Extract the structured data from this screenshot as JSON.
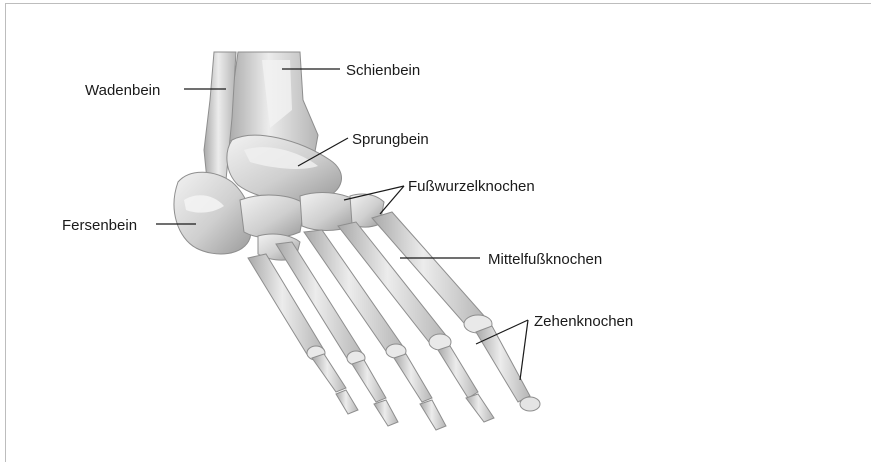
{
  "labels": {
    "schienbein": "Schienbein",
    "wadenbein": "Wadenbein",
    "sprungbein": "Sprungbein",
    "fusswurzelknochen": "Fußwurzelknochen",
    "fersenbein": "Fersenbein",
    "mittelfussknochen": "Mittelfußknochen",
    "zehenknochen": "Zehenknochen"
  },
  "colors": {
    "bone_light": "#e6e6e6",
    "bone_mid": "#c2c2c2",
    "bone_dark": "#8e8e8e",
    "leader_line": "#1a1a1a"
  }
}
